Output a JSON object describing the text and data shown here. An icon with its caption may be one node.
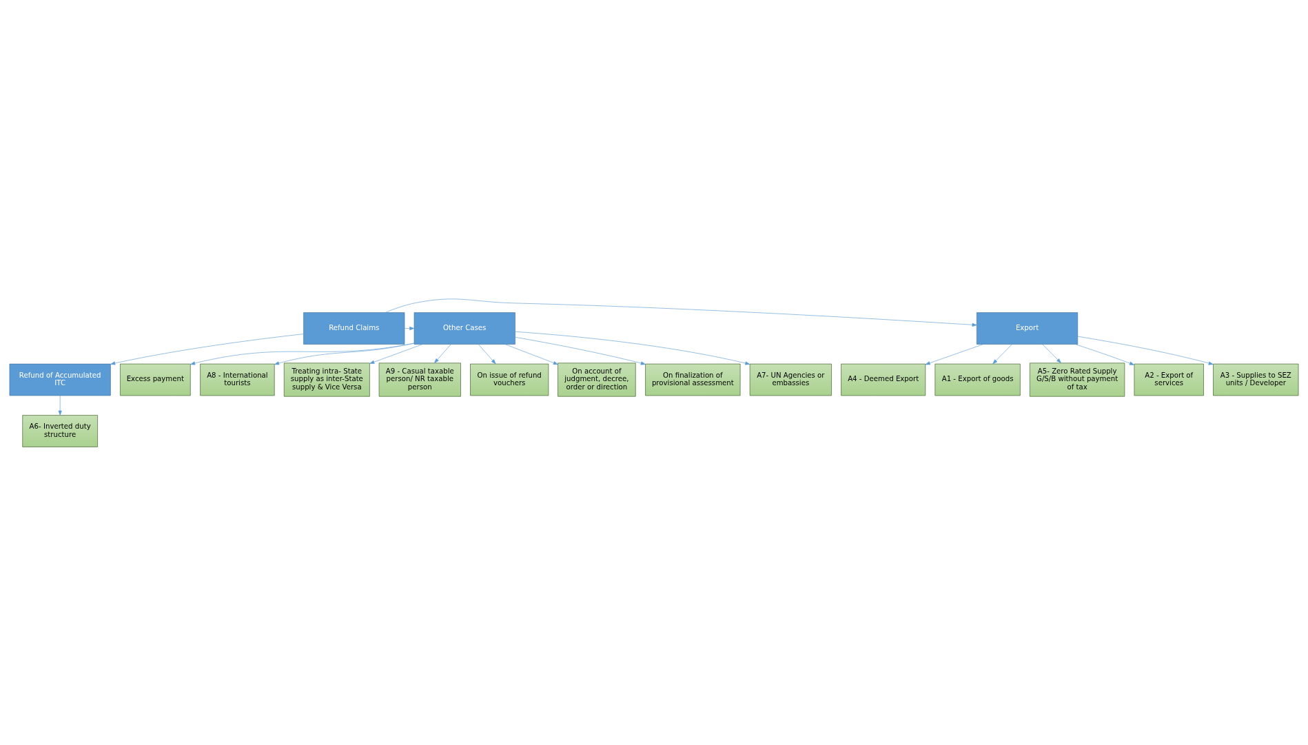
{
  "diagram": {
    "nodes": [
      {
        "text": [
          "Export"
        ]
      },
      {
        "text": [
          "Refund Claims"
        ]
      },
      {
        "text": [
          "Other Cases"
        ]
      },
      {
        "text": [
          "A1 - Export of goods"
        ]
      },
      {
        "text": [
          "A5- Zero Rated Supply G/S/B without payment of tax"
        ]
      },
      {
        "text": [
          "A2 - Export of services"
        ]
      },
      {
        "text": [
          "A3 - Supplies to SEZ units / Developer"
        ]
      },
      {
        "text": [
          "A4 - Deemed Export"
        ]
      },
      {
        "text": [
          "Refund of Accumulated ITC"
        ]
      },
      {
        "text": [
          "A6- Inverted duty structure"
        ]
      },
      {
        "text": [
          "A7- UN Agencies or embassies"
        ]
      },
      {
        "text": [
          "Excess payment"
        ]
      },
      {
        "text": [
          "A8 - International tourists"
        ]
      },
      {
        "text": [
          "Treating intra- State supply as inter-State supply & Vice Versa"
        ]
      },
      {
        "text": [
          "A9 - Casual taxable person/ NR taxable person"
        ]
      },
      {
        "text": [
          "On issue of refund vouchers"
        ]
      },
      {
        "text": [
          "On account of judgment, decree, order or direction"
        ]
      },
      {
        "text": [
          "On finalization of provisional assessment"
        ]
      }
    ],
    "edges": [
      {
        "from": 1,
        "to": 0,
        "arrow": "to"
      },
      {
        "from": 1,
        "to": 2,
        "arrow": "to"
      },
      {
        "from": 0,
        "to": 3,
        "arrow": "to"
      },
      {
        "from": 0,
        "to": 4,
        "arrow": "to"
      },
      {
        "from": 0,
        "to": 5,
        "arrow": "to"
      },
      {
        "from": 0,
        "to": 6,
        "arrow": "to"
      },
      {
        "from": 0,
        "to": 7,
        "arrow": "to"
      },
      {
        "from": 1,
        "to": 8,
        "arrow": "to"
      },
      {
        "from": 8,
        "to": 9,
        "arrow": "to"
      },
      {
        "from": 2,
        "to": 10,
        "arrow": "to"
      },
      {
        "from": 2,
        "to": 11,
        "arrow": "to"
      },
      {
        "from": 2,
        "to": 12,
        "arrow": "to"
      },
      {
        "from": 2,
        "to": 13,
        "arrow": "to"
      },
      {
        "from": 2,
        "to": 14,
        "arrow": "to"
      },
      {
        "from": 2,
        "to": 15,
        "arrow": "to"
      },
      {
        "from": 2,
        "to": 16,
        "arrow": "to"
      },
      {
        "from": 2,
        "to": 17,
        "arrow": "to"
      }
    ]
  }
}
